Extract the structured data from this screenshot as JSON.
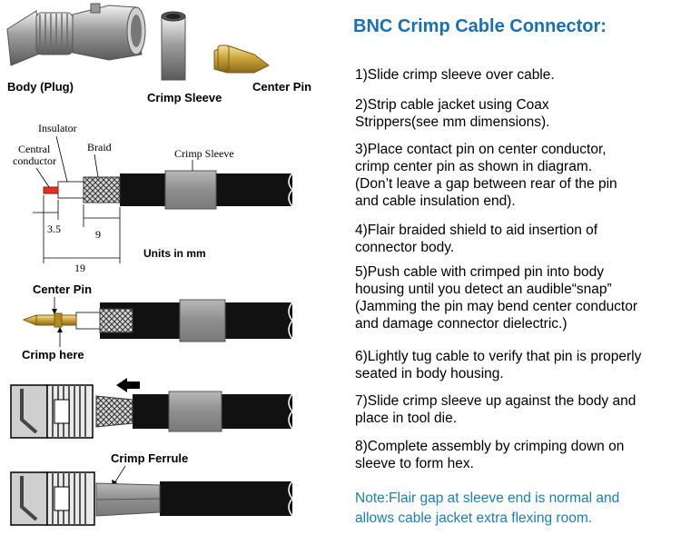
{
  "labels": {
    "body_plug": "Body (Plug)",
    "crimp_sleeve_top": "Crimp Sleeve",
    "center_pin_top": "Center Pin",
    "insulator": "Insulator",
    "central_conductor_1": "Central",
    "central_conductor_2": "conductor",
    "braid": "Braid",
    "crimp_sleeve_diagram": "Crimp Sleeve",
    "dim_small": "3.5",
    "dim_mid": "9",
    "dim_total": "19",
    "units": "Units in mm",
    "center_pin": "Center Pin",
    "crimp_here": "Crimp here",
    "crimp_ferrule": "Crimp Ferrule"
  },
  "title": "BNC Crimp Cable Connector:",
  "steps": [
    "1)Slide crimp sleeve over cable.",
    "2)Strip cable jacket using Coax\nStrippers(see mm dimensions).",
    "3)Place contact pin on center conductor,\ncrimp center pin as shown in diagram.\n(Don’t leave a gap between rear of the pin\nand cable insulation end).",
    "4)Flair braided shield to aid insertion of\nconnector body.",
    "5)Push cable with crimped pin into body\nhousing until you detect an audible“snap”\n(Jamming the pin may bend center conductor\nand damage connector dielectric.)",
    "6)Lightly tug cable to verify that pin is properly\nseated in body housing.",
    "7)Slide crimp sleeve up against the body and\nplace in tool die.",
    "8)Complete assembly by crimping down on\nsleeve to form hex."
  ],
  "note": "Note:Flair gap at sleeve end is normal and\nallows cable jacket extra flexing room.",
  "colors": {
    "title": "#1a6fb4",
    "note": "#1a7fb8",
    "cable_jacket": "#111111",
    "sleeve": "#9a9a9a",
    "conductor": "#e0331f"
  }
}
